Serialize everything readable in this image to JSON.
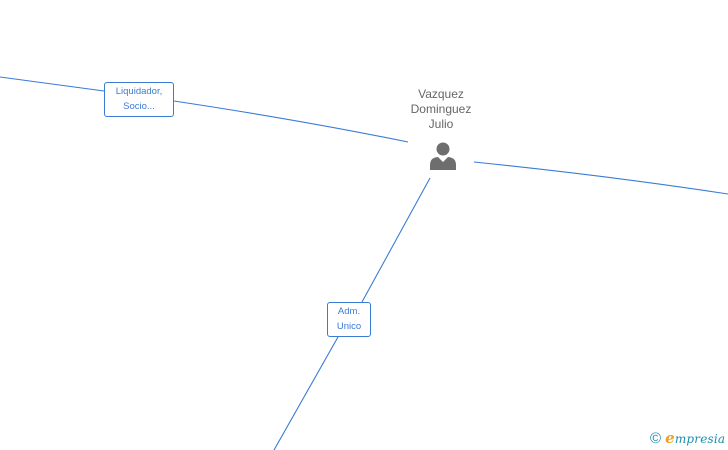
{
  "graph": {
    "center_person": {
      "name_lines": [
        "Vazquez",
        "Dominguez",
        "Julio"
      ],
      "icon": "person-icon"
    },
    "edges": [
      {
        "id": "edge-liquidador",
        "label_lines": [
          "Liquidador,",
          "Socio..."
        ]
      },
      {
        "id": "edge-adm",
        "label_lines": [
          "Adm.",
          "Unico"
        ]
      },
      {
        "id": "edge-right",
        "label_lines": []
      }
    ]
  },
  "watermark": {
    "symbol": "©",
    "brand_first": "e",
    "brand_rest": "mpresia"
  },
  "colors": {
    "edge": "#3a7bd5",
    "person": "#666666",
    "brand": "#1a8fb0",
    "brand_accent": "#f0a020"
  }
}
